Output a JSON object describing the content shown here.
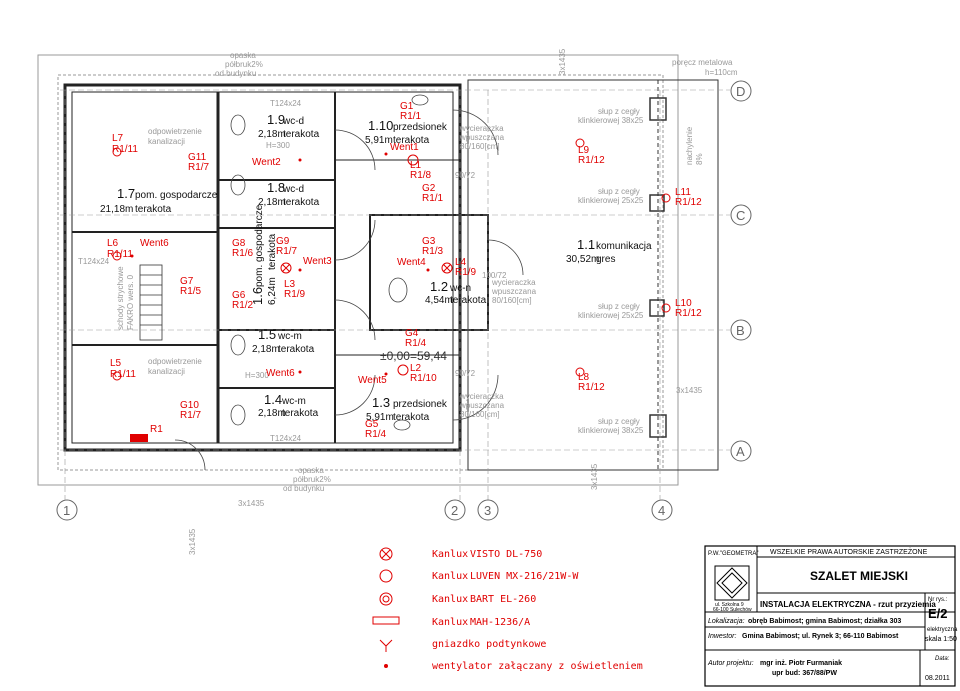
{
  "rooms": [
    {
      "id": "1.7",
      "area": "21,18m",
      "name": "pom. gospodarcze",
      "floor": "terakota"
    },
    {
      "id": "1.9",
      "area": "2,18m",
      "name": "wc-d",
      "floor": "terakota"
    },
    {
      "id": "1.8",
      "area": "2,18m",
      "name": "wc-d",
      "floor": "terakota"
    },
    {
      "id": "1.10",
      "area": "5,91m",
      "name": "przedsionek",
      "floor": "terakota"
    },
    {
      "id": "1.6",
      "area": "6,24m",
      "name": "pom. gospodarcze",
      "floor": "terakota"
    },
    {
      "id": "1.2",
      "area": "4,54m",
      "name": "wc-n",
      "floor": "terakota"
    },
    {
      "id": "1.5",
      "area": "2,18m",
      "name": "wc-m",
      "floor": "terakota"
    },
    {
      "id": "1.4",
      "area": "2,18m",
      "name": "wc-m",
      "floor": "terakota"
    },
    {
      "id": "1.3",
      "area": "5,91m",
      "name": "przedsionek",
      "floor": "terakota"
    },
    {
      "id": "1.1",
      "area": "30,52m",
      "name": "komunikacja",
      "floor": "gres"
    }
  ],
  "circuits": {
    "L7": "L7",
    "L7c": "R1/11",
    "L6": "L6",
    "L6c": "R1/11",
    "L5": "L5",
    "L5c": "R1/11",
    "G11": "G11",
    "G11c": "R1/7",
    "G7": "G7",
    "G7c": "R1/5",
    "G10": "G10",
    "G10c": "R1/7",
    "G8": "G8",
    "G8c": "R1/6",
    "G6": "G6",
    "G6c": "R1/2",
    "G9": "G9",
    "G9c": "R1/7",
    "L3": "L3",
    "L3c": "R1/9",
    "G1": "G1",
    "G1c": "R1/1",
    "L1": "L1",
    "L1c": "R1/8",
    "G2": "G2",
    "G2c": "R1/1",
    "G3": "G3",
    "G3c": "R1/3",
    "L4": "L4",
    "L4c": "R1/9",
    "G4": "G4",
    "G4c": "R1/4",
    "L2": "L2",
    "L2c": "R1/10",
    "G5": "G5",
    "G5c": "R1/4",
    "L9": "L9",
    "L9c": "R1/12",
    "L11": "L11",
    "L11c": "R1/12",
    "L10": "L10",
    "L10c": "R1/12",
    "L8": "L8",
    "L8c": "R1/12",
    "R1": "R1"
  },
  "fans": [
    "Went6",
    "Went2",
    "Went1",
    "Went3",
    "Went4",
    "Went6",
    "Went5"
  ],
  "notes": {
    "opaska_top": "opaska",
    "polbruk_top": "półbruk2%",
    "od_budynku_top": "od budynku",
    "opaska_bot": "opaska",
    "polbruk_bot": "półbruk2%",
    "od_budynku_bot": "od budynku",
    "odpow1": "odpowietrzenie",
    "kan1": "kanalizacji",
    "odpow2": "odpowietrzenie",
    "kan2": "kanalizacji",
    "schody": "schody strychowe",
    "fakro": "FAKRO wers. 0",
    "t124a": "T124x24",
    "t124b": "T124x24",
    "t124c": "T124x24",
    "porecz": "poręcz metalowa",
    "porecz_h": "h=110cm",
    "slup1": "słup z cegły",
    "slup1b": "klinkierowej 38x25",
    "slup2": "słup z cegły",
    "slup2b": "klinkierowej 25x25",
    "slup3": "słup z cegły",
    "slup3b": "klinkierowej 25x25",
    "slup4": "słup z cegły",
    "slup4b": "klinkierowej 38x25",
    "wycieraczka1": "wycieraczka",
    "wpuszczana1": "wpuszczana",
    "dim1": "80/160[cm]",
    "wycieraczka2": "wycieraczka",
    "wpuszczana2": "wpuszczana",
    "dim2": "80/160[cm]",
    "wycieraczka3": "wycieraczka",
    "wpuszczana3": "wpuszczana",
    "dim3": "80/160[cm]",
    "level": "±0,00=59,44",
    "nachylenie": "nachylenie",
    "nach_val": "8%",
    "d9072a": "90/72",
    "d9072b": "90/72",
    "d100": "100/72",
    "h300a": "H=300",
    "h300b": "H=300",
    "dim_3x1435a": "3x1435",
    "dim_3x1435b": "3x1435",
    "dim_3x1435c": "3x1435",
    "dim_3x1435d": "3x1435",
    "dim_3x1435e": "3x1435"
  },
  "grid": {
    "rows": [
      "D",
      "C",
      "B",
      "A"
    ],
    "cols": [
      "1",
      "2",
      "3",
      "4"
    ]
  },
  "legend": [
    {
      "brand": "Kanlux",
      "model": "VISTO DL-750",
      "symbol": "cross-circle"
    },
    {
      "brand": "Kanlux",
      "model": "LUVEN MX-216/21W-W",
      "symbol": "circle"
    },
    {
      "brand": "Kanlux",
      "model": "BART EL-260",
      "symbol": "double-circle"
    },
    {
      "brand": "Kanlux",
      "model": "MAH-1236/A",
      "symbol": "fluorescent"
    },
    {
      "brand": "",
      "model": "gniazdko podtynkowe",
      "symbol": "socket"
    },
    {
      "brand": "",
      "model": "wentylator załączany z oświetleniem",
      "symbol": "dot"
    }
  ],
  "titleblock": {
    "company": "P.W.\"GEOMETRA\"",
    "addr1": "ul. Szkolna 9",
    "addr2": "66-100 Sulechów",
    "rights": "WSZELKIE PRAWA AUTORSKIE ZASTRZEŻONE",
    "title": "SZALET MIEJSKI",
    "subject": "INSTALACJA ELEKTRYCZNA - rzut przyziemia",
    "nr_label": "Nr rys.:",
    "nr": "E/2",
    "branch": "elektryczna",
    "scale": "skala 1:50",
    "loc_label": "Lokalizacja:",
    "loc": "obręb Babimost; gmina Babimost; działka 303",
    "inv_label": "Inwestor:",
    "inv": "Gmina Babimost; ul. Rynek 3; 66-110 Babimost",
    "author_label": "Autor projektu:",
    "author": "mgr inż. Piotr Furmaniak",
    "upr": "upr bud: 367/88/PW",
    "date_label": "Data:",
    "date": "08.2011"
  }
}
